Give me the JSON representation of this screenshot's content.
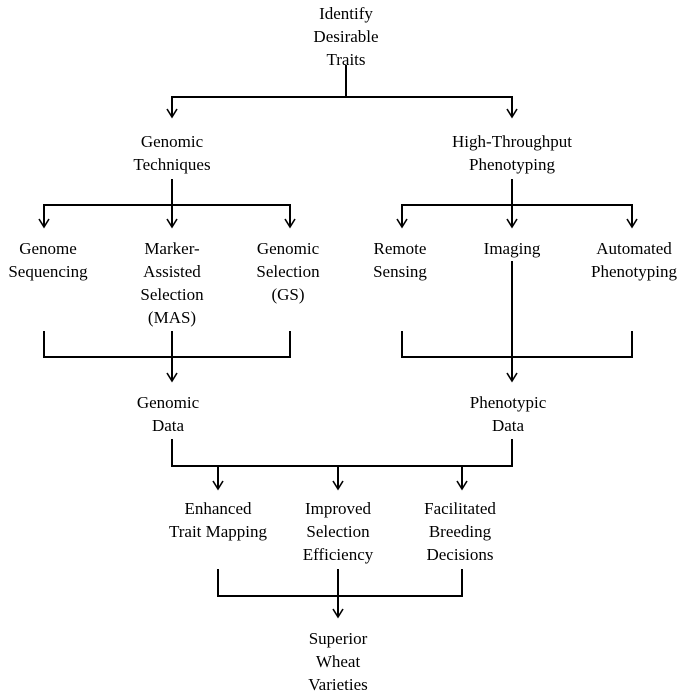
{
  "diagram": {
    "nodes": {
      "identify": [
        "Identify",
        "Desirable",
        "Traits"
      ],
      "genomic_techniques": [
        "Genomic",
        "Techniques"
      ],
      "htp": [
        "High-Throughput",
        "Phenotyping"
      ],
      "genome_sequencing": [
        "Genome",
        "Sequencing"
      ],
      "mas": [
        "Marker-",
        "Assisted",
        "Selection",
        "(MAS)"
      ],
      "genomic_selection": [
        "Genomic",
        "Selection",
        "(GS)"
      ],
      "remote_sensing": [
        "Remote",
        "Sensing"
      ],
      "imaging": [
        "Imaging"
      ],
      "automated_phenotyping": [
        "Automated",
        "Phenotyping"
      ],
      "genomic_data": [
        "Genomic",
        "Data"
      ],
      "phenotypic_data": [
        "Phenotypic",
        "Data"
      ],
      "enhanced_trait_mapping": [
        "Enhanced",
        "Trait Mapping"
      ],
      "improved_selection_efficiency": [
        "Improved",
        "Selection",
        "Efficiency"
      ],
      "facilitated_breeding_decisions": [
        "Facilitated",
        "Breeding",
        "Decisions"
      ],
      "superior_wheat_varieties": [
        "Superior",
        "Wheat",
        "Varieties"
      ]
    }
  }
}
